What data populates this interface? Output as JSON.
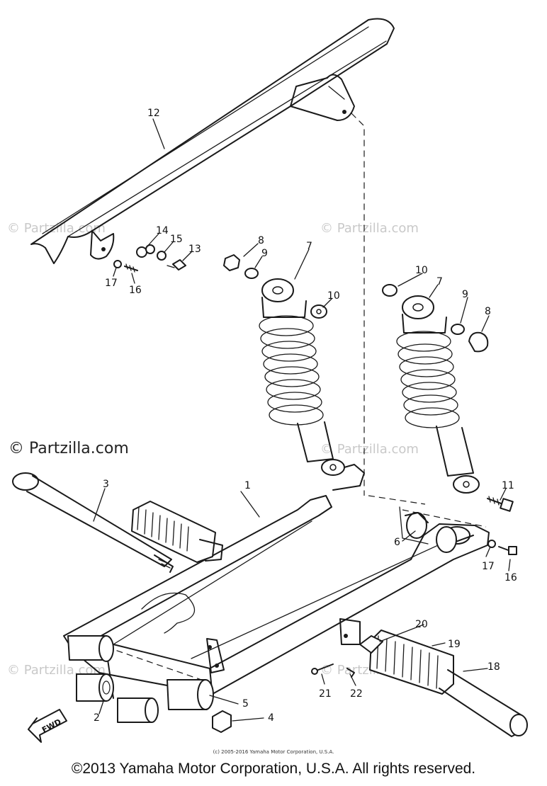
{
  "watermark": "© Partzilla.com",
  "callouts": [
    "1",
    "2",
    "3",
    "4",
    "5",
    "6",
    "7",
    "7",
    "8",
    "8",
    "9",
    "9",
    "10",
    "10",
    "11",
    "12",
    "13",
    "14",
    "15",
    "16",
    "16",
    "17",
    "17",
    "18",
    "19",
    "20",
    "21",
    "22"
  ],
  "fwd_label": "FWD",
  "small_copyright": "(c) 2005-2016 Yamaha Motor Corporation, U.S.A.",
  "main_copyright": "©2013 Yamaha Motor Corporation, U.S.A. All rights reserved.",
  "colors": {
    "line": "#1a1a1a",
    "background": "#ffffff",
    "watermark": "#c9c9c9"
  }
}
